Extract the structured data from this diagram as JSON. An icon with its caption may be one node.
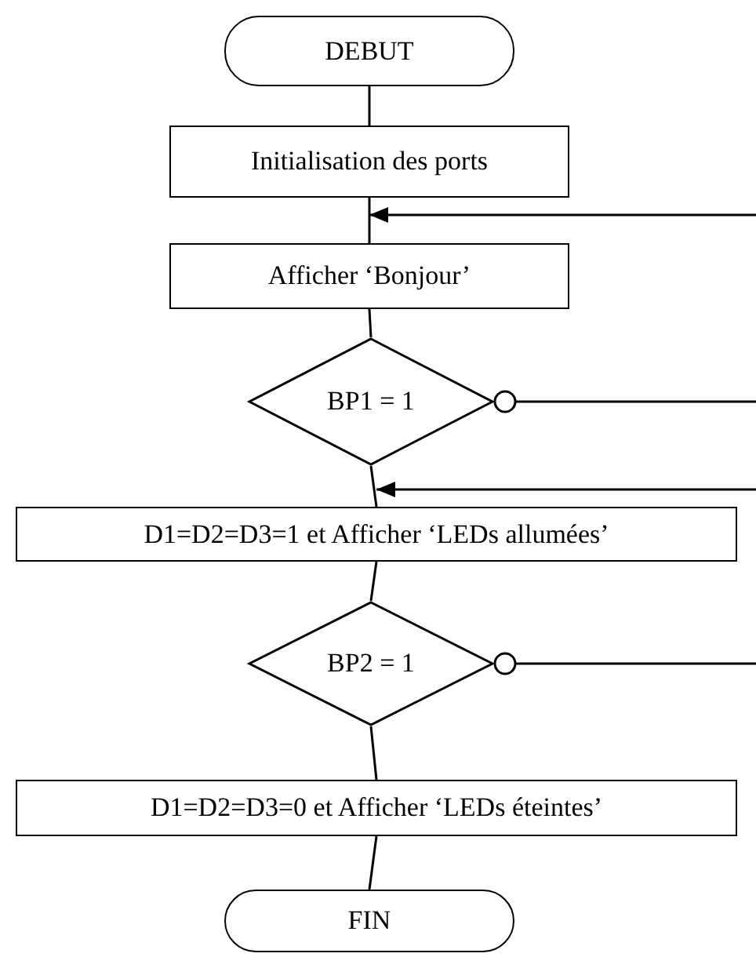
{
  "diagram": {
    "nodes": [
      {
        "text": [
          "DEBUT"
        ]
      },
      {
        "text": [
          "Initialisation des ports"
        ]
      },
      {
        "text": [
          "Afficher ‘Bonjour’"
        ]
      },
      {
        "text": [
          "BP1 = 1"
        ]
      },
      {
        "text": [
          "D1=D2=D3=1 et Afficher ‘LEDs allumées’"
        ]
      },
      {
        "text": [
          "BP2 = 1"
        ]
      },
      {
        "text": [
          "D1=D2=D3=0 et Afficher ‘LEDs éteintes’"
        ]
      },
      {
        "text": [
          "FIN"
        ]
      }
    ],
    "edges": [
      {
        "from": 0,
        "to": 1,
        "arrow": "none"
      },
      {
        "from": 1,
        "to": 2,
        "arrow": "none"
      },
      {
        "from": 2,
        "to": 3,
        "arrow": "none"
      },
      {
        "from": 3,
        "to": 4,
        "arrow": "none"
      },
      {
        "from": 4,
        "to": 5,
        "arrow": "none"
      },
      {
        "from": 5,
        "to": 6,
        "arrow": "none"
      },
      {
        "from": 6,
        "to": 7,
        "arrow": "none"
      },
      {
        "from": null,
        "to": 2,
        "arrow": "to"
      },
      {
        "from": 3,
        "to": null,
        "arrow": "other"
      },
      {
        "from": null,
        "to": 4,
        "arrow": "to"
      },
      {
        "from": 5,
        "to": null,
        "arrow": "other"
      }
    ]
  }
}
